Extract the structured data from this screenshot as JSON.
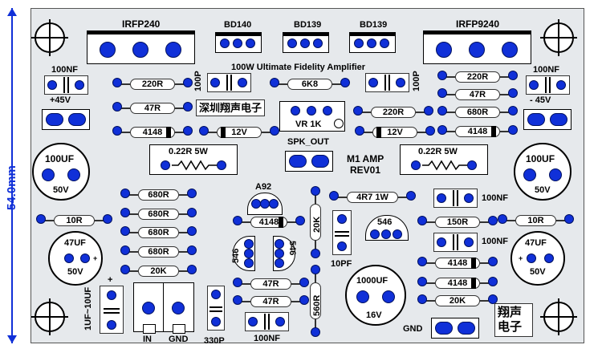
{
  "board": {
    "dimension": "54.0mm",
    "title": "100W Ultimate Fidelity Amplifier",
    "chinese_label": "深圳翔声电子",
    "logo_text": "翔声电子",
    "model_line1": "M1 AMP",
    "model_line2": "REV01",
    "spk_out": "SPK_OUT",
    "vr": "VR 1K",
    "supply_pos": "+45V",
    "supply_neg": "- 45V",
    "in": "IN",
    "gnd_in": "GND",
    "gnd": "GND"
  },
  "transistors": {
    "q1": "IRFP240",
    "q2": "BD140",
    "q3": "BD139",
    "q4": "BD139",
    "q5": "IRFP9240",
    "q6": "A92",
    "q7": "546",
    "q8": "546",
    "q9": "546"
  },
  "resistors": {
    "r1": "220R",
    "r2": "47R",
    "r3": "6K8",
    "r4": "220R",
    "r5": "47R",
    "r6": "680R",
    "r7": "220R",
    "r8": "0.22R 5W",
    "r9": "0.22R 5W",
    "r10": "680R",
    "r11": "680R",
    "r12": "680R",
    "r13": "680R",
    "r14": "20K",
    "r15": "10R",
    "r16": "20K",
    "r17": "4R7 1W",
    "r18": "150R",
    "r19": "10R",
    "r20": "47R",
    "r21": "47R",
    "r22": "560R",
    "r23": "20K"
  },
  "diodes": {
    "d1": "4148",
    "d2": "4148",
    "d3": "4148",
    "d4": "4148",
    "d5": "4148",
    "zd1": "12V",
    "zd2": "12V"
  },
  "capacitors": {
    "c1": "100NF",
    "c2": "100NF",
    "c3": "100P",
    "c4": "100P",
    "c5_value": "100UF",
    "c5_volt": "50V",
    "c6_value": "100UF",
    "c6_volt": "50V",
    "c7_value": "47UF",
    "c7_volt": "50V",
    "c8_value": "47UF",
    "c8_volt": "50V",
    "c9_value": "1000UF",
    "c9_volt": "16V",
    "c10": "1UF~10UF",
    "c11": "330P",
    "c12": "100NF",
    "c13": "10PF",
    "c14": "100NF",
    "c15": "100NF",
    "plus": "+"
  }
}
